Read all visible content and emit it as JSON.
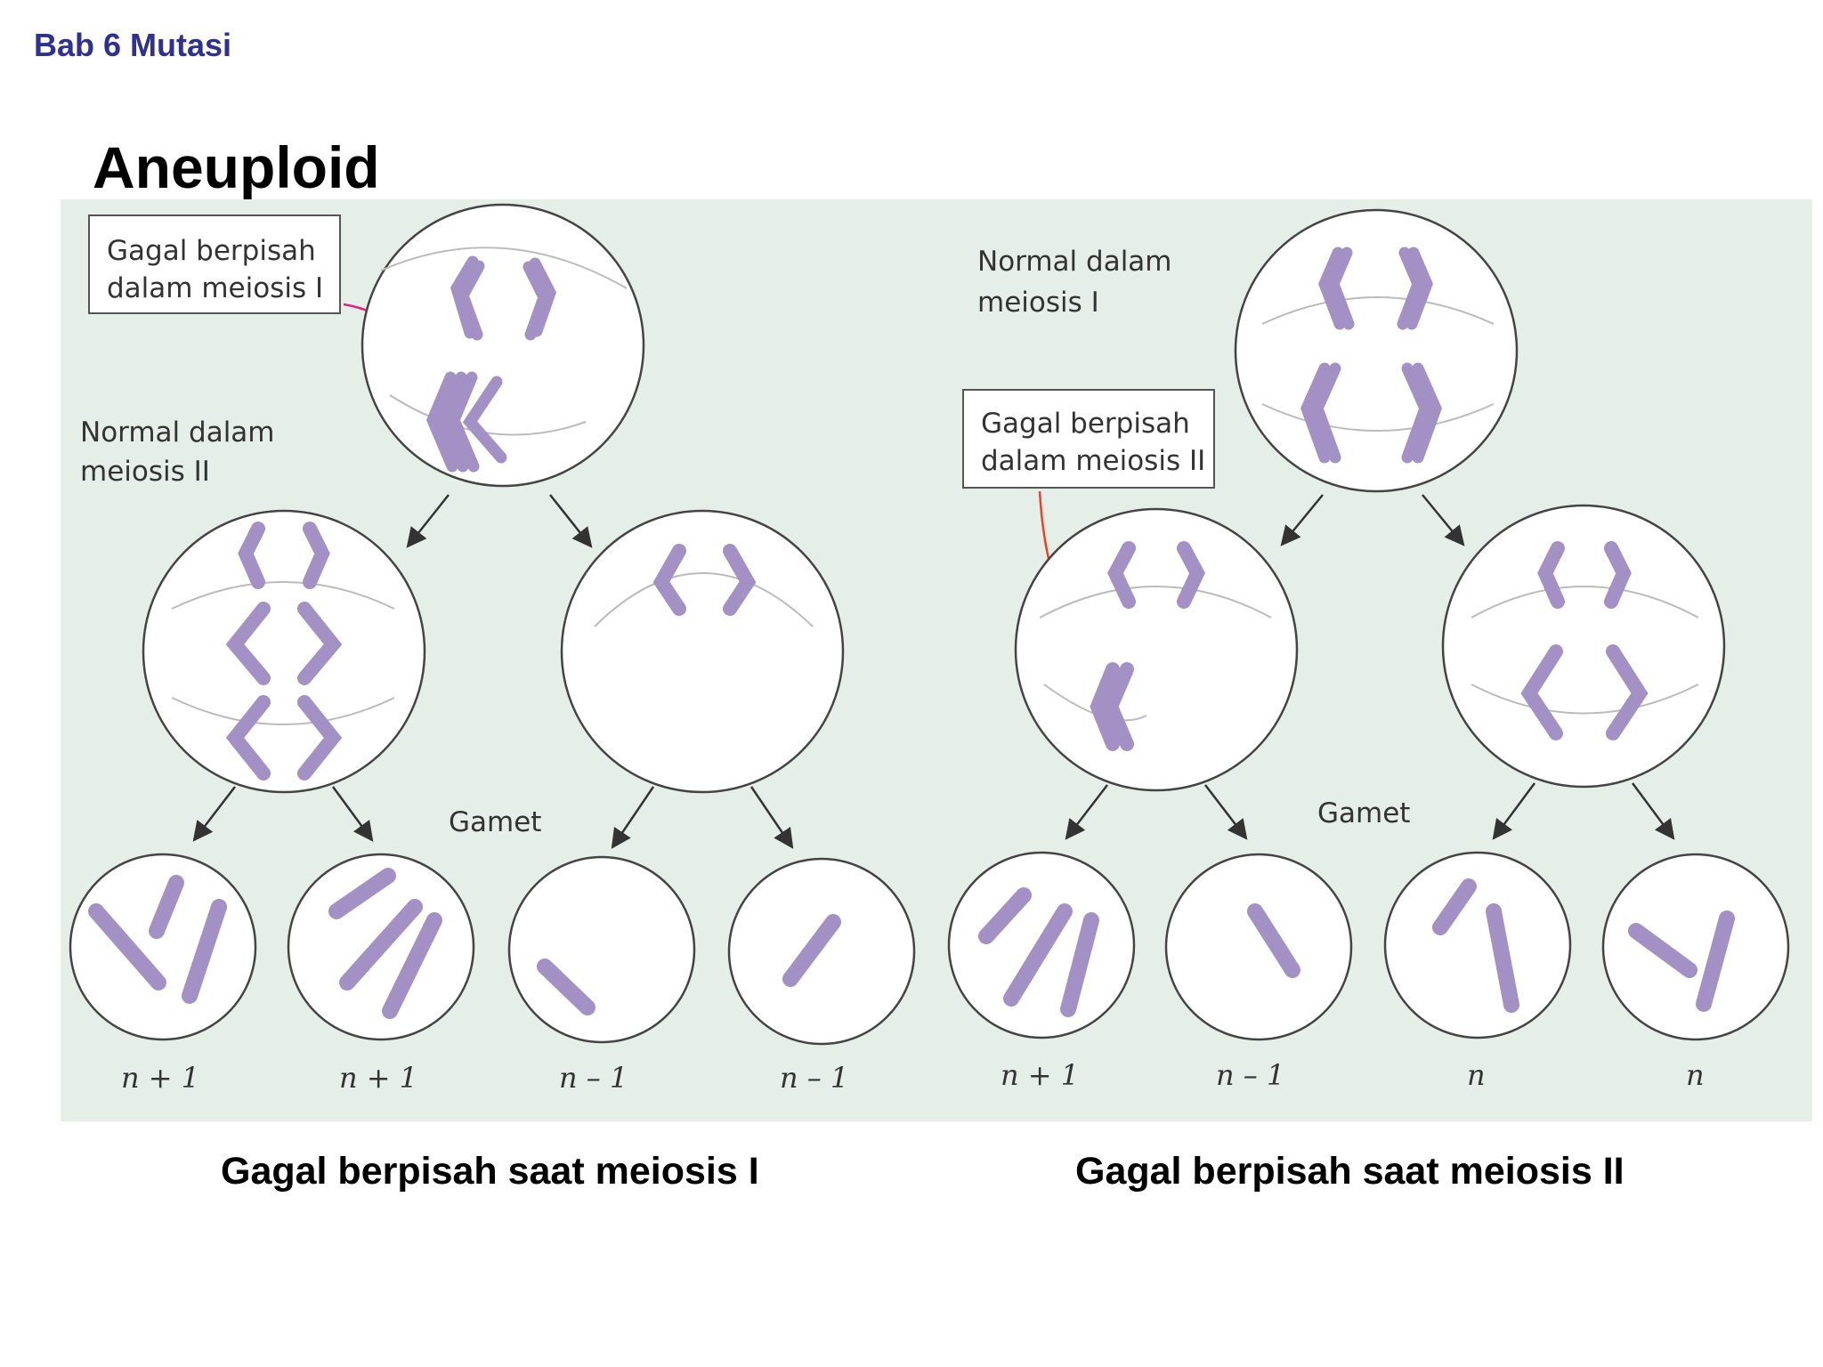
{
  "header": {
    "chapter": "Bab 6 Mutasi"
  },
  "title": "Aneuploid",
  "diagram": {
    "left": {
      "callout_line1": "Gagal berpisah",
      "callout_line2": "dalam meiosis I",
      "normal_line1": "Normal dalam",
      "normal_line2": "meiosis II",
      "gamet_label": "Gamet",
      "gamete_labels": [
        "n + 1",
        "n + 1",
        "n – 1",
        "n – 1"
      ]
    },
    "right": {
      "normal_line1": "Normal dalam",
      "normal_line2": "meiosis I",
      "callout_line1": "Gagal berpisah",
      "callout_line2": "dalam meiosis II",
      "gamet_label": "Gamet",
      "gamete_labels": [
        "n + 1",
        "n – 1",
        "n",
        "n"
      ]
    },
    "colors": {
      "background": "#e5efe8",
      "chromosome": "#a391c6",
      "chromosome_outline": "#3d3258",
      "callout_arrow_left": "#e0227a",
      "callout_arrow_right": "#e8432a"
    }
  },
  "captions": {
    "left": "Gagal berpisah saat meiosis I",
    "right": "Gagal berpisah saat meiosis II"
  }
}
